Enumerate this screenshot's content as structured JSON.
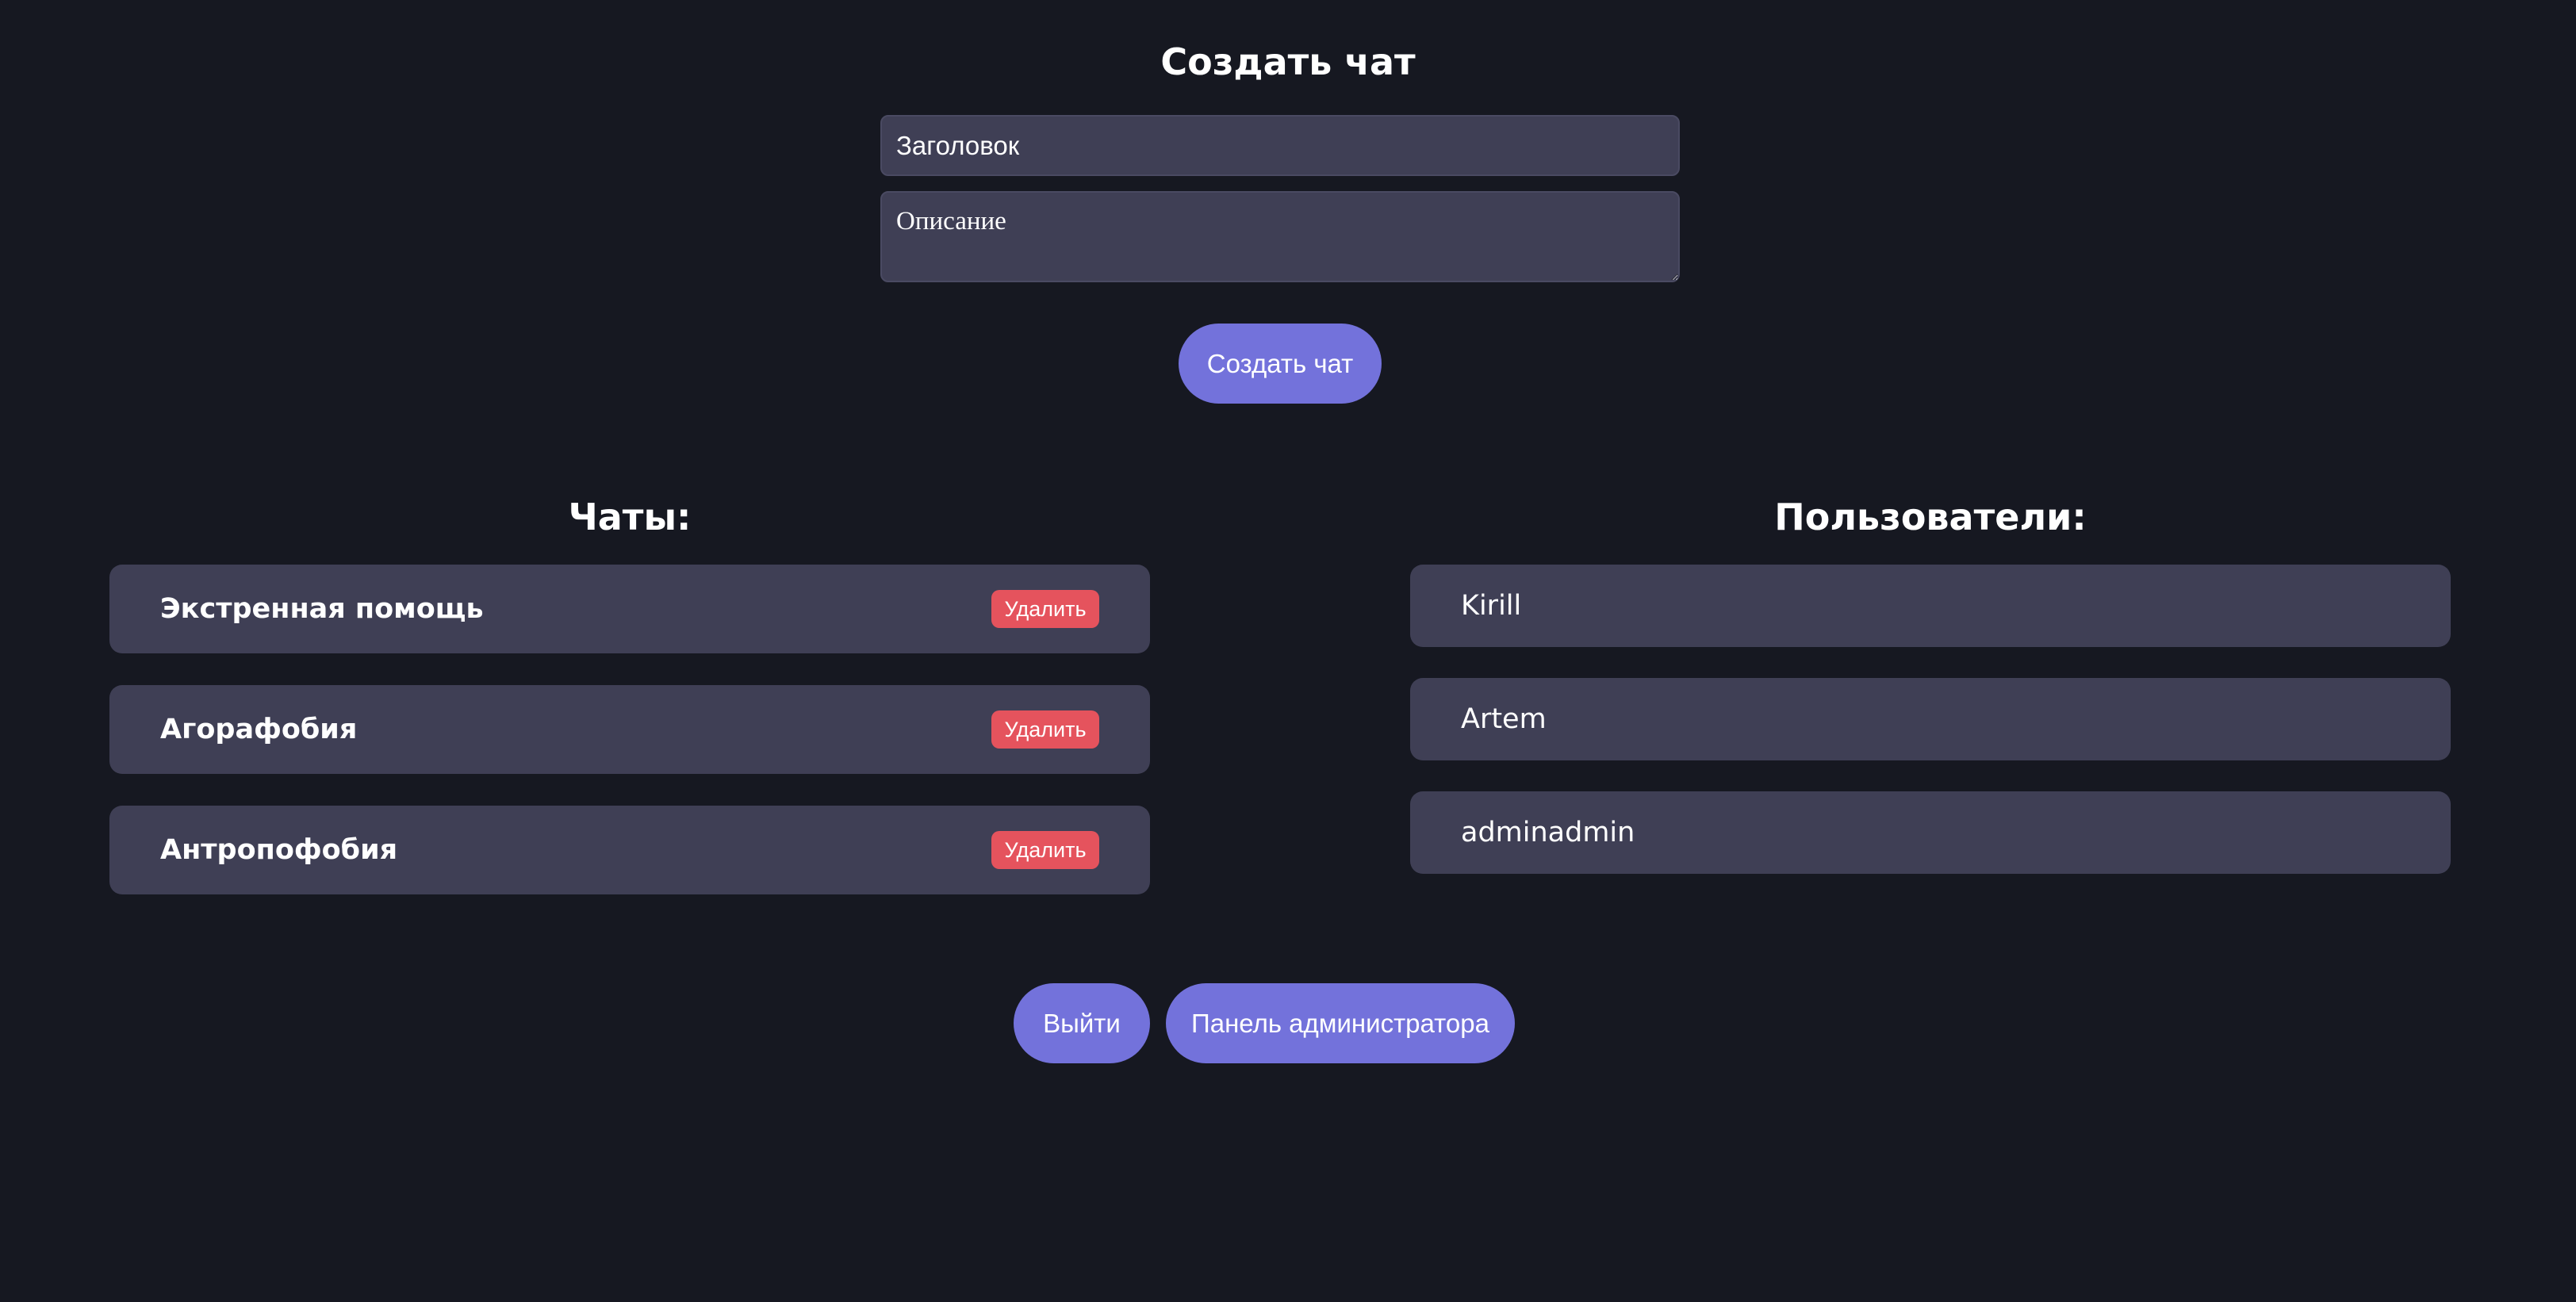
{
  "create": {
    "title": "Создать чат",
    "title_placeholder": "Заголовок",
    "description_placeholder": "Описание",
    "submit_label": "Создать чат"
  },
  "chats": {
    "heading": "Чаты:",
    "items": [
      {
        "name": "Экстренная помощь",
        "delete_label": "Удалить"
      },
      {
        "name": "Агорафобия",
        "delete_label": "Удалить"
      },
      {
        "name": "Антропофобия",
        "delete_label": "Удалить"
      }
    ]
  },
  "users": {
    "heading": "Пользователи:",
    "items": [
      {
        "name": "Kirill"
      },
      {
        "name": "Artem"
      },
      {
        "name": "adminadmin"
      }
    ]
  },
  "footer": {
    "logout_label": "Выйти",
    "admin_panel_label": "Панель администратора"
  },
  "colors": {
    "background": "#161821",
    "card": "#3f3f55",
    "accent": "#7372db",
    "danger": "#e5535d"
  }
}
